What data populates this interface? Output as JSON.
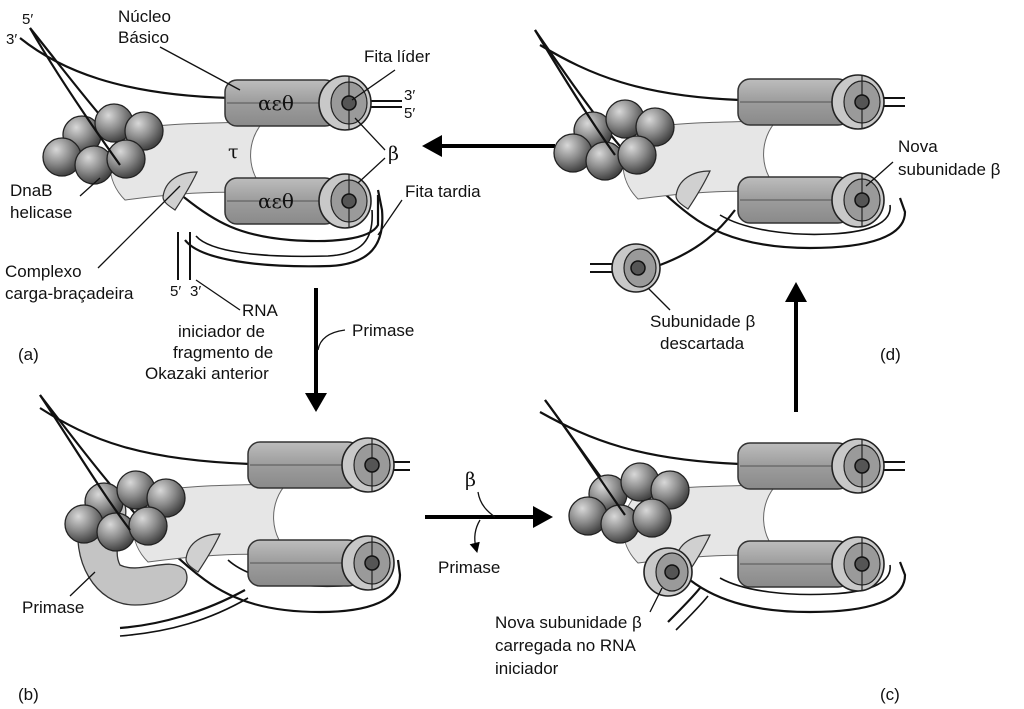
{
  "labels": {
    "nucleo_basico_line1": "Núcleo",
    "nucleo_basico_line2": "Básico",
    "fita_lider": "Fita líder",
    "fita_tardia": "Fita tardia",
    "dnab_line1": "DnaB",
    "dnab_line2": "helicase",
    "complexo_line1": "Complexo",
    "complexo_line2": "carga-braçadeira",
    "rna_line1": "RNA",
    "rna_line2": "iniciador de",
    "rna_line3": "fragmento de",
    "rna_line4": "Okazaki anterior",
    "primase_arrow": "Primase",
    "primase_b_label": "Primase",
    "primase_bc_label": "Primase",
    "nova_beta_c_line1": "Nova subunidade β",
    "nova_beta_c_line2": "carregada no RNA",
    "nova_beta_c_line3": "iniciador",
    "nova_beta_d_line1": "Nova",
    "nova_beta_d_line2": "subunidade β",
    "descartada_line1": "Subunidade β",
    "descartada_line2": "descartada",
    "beta": "β",
    "beta_bc": "β",
    "tau": "τ",
    "aet_top": "αεθ",
    "aet_bottom": "αεθ",
    "five_prime_top": "5′",
    "three_prime_top": "3′",
    "three_prime_leader": "3′",
    "five_prime_leader": "5′",
    "five_prime_bottom": "5′",
    "three_prime_bottom": "3′"
  },
  "panels": {
    "a": "(a)",
    "b": "(b)",
    "c": "(c)",
    "d": "(d)"
  },
  "colors": {
    "clamp_dark": "#9a9a9a",
    "clamp_light": "#c8c8c8",
    "tau_fill": "#e6e6e6",
    "sphere": "#8a8a8a",
    "primase": "#c4c4c4"
  }
}
